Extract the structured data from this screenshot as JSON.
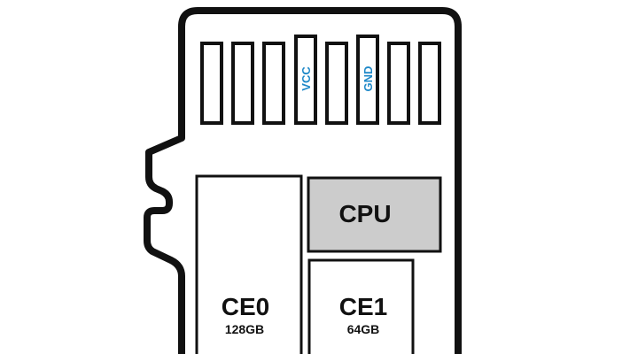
{
  "card": {
    "pins": [
      {
        "id": "pin-1",
        "label": ""
      },
      {
        "id": "pin-2",
        "label": ""
      },
      {
        "id": "pin-3",
        "label": ""
      },
      {
        "id": "pin-4",
        "label": "VCC"
      },
      {
        "id": "pin-5",
        "label": ""
      },
      {
        "id": "pin-6",
        "label": "GND"
      },
      {
        "id": "pin-7",
        "label": ""
      },
      {
        "id": "pin-8",
        "label": ""
      }
    ],
    "cpu": {
      "label": "CPU"
    },
    "ce0": {
      "label": "CE0",
      "capacity": "128GB"
    },
    "ce1": {
      "label": "CE1",
      "capacity": "64GB"
    }
  },
  "colors": {
    "outline": "#111111",
    "pin_label": "#1e88c8",
    "cpu_fill": "#cccccc",
    "background": "#ffffff"
  }
}
